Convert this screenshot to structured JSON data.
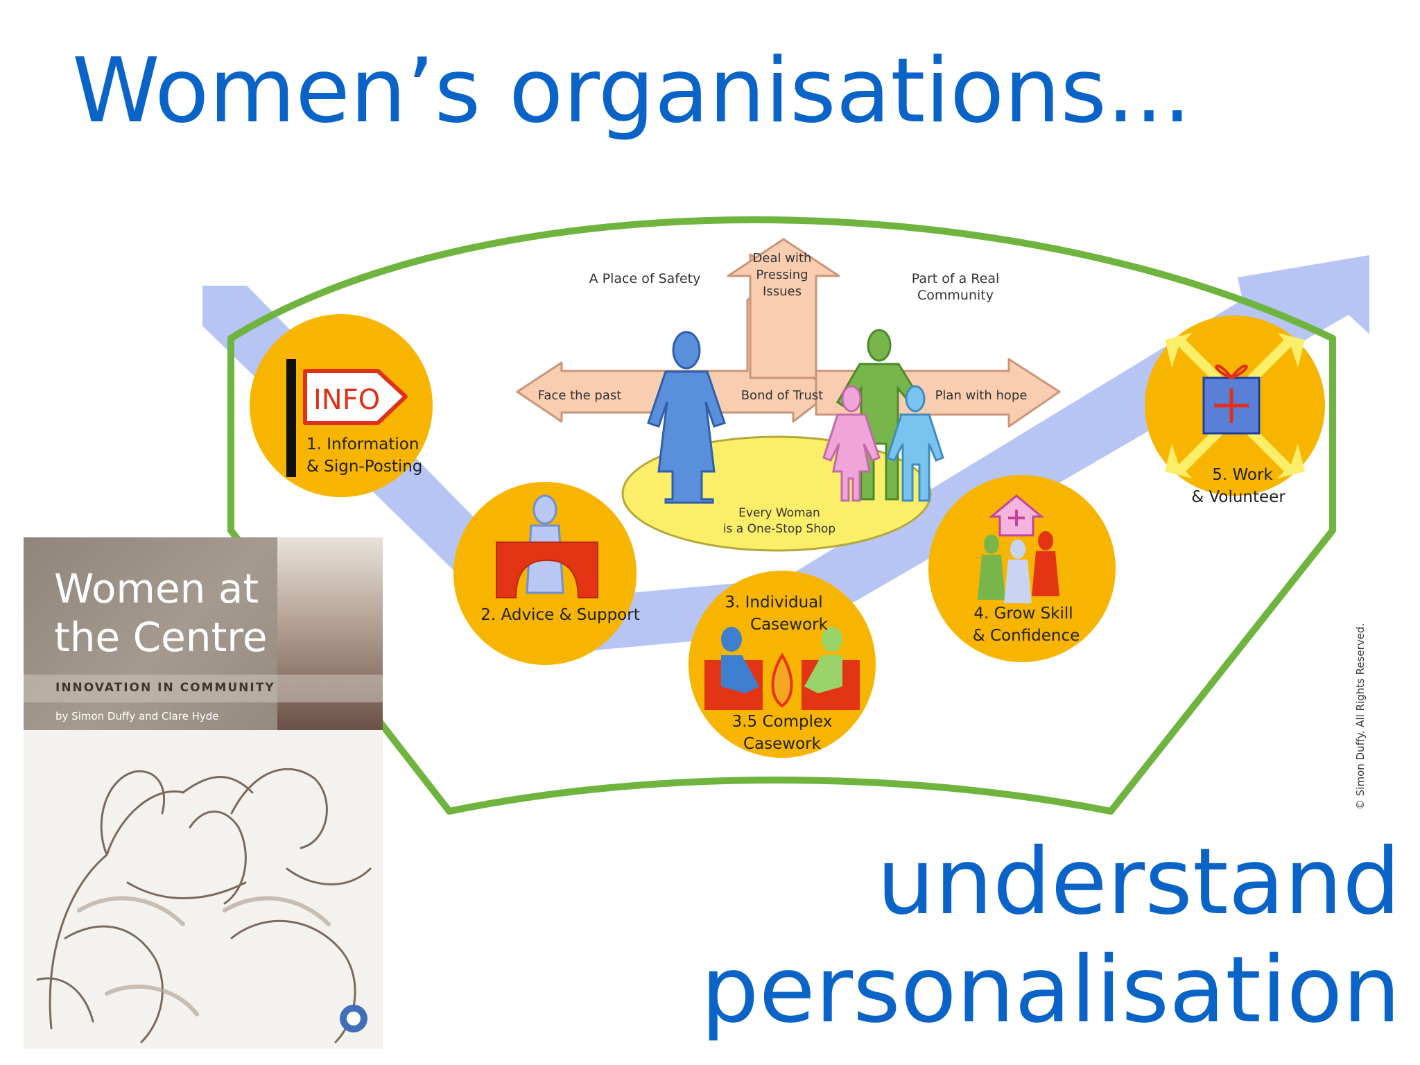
{
  "title": "Women’s organisations...",
  "tagline": {
    "line1": "understand",
    "line2": "personalisation"
  },
  "diagram": {
    "center_labels": {
      "place_of_safety": "A Place of Safety",
      "deal_with_1": "Deal with",
      "deal_with_2": "Pressing",
      "deal_with_3": "Issues",
      "community_1": "Part of a Real",
      "community_2": "Community",
      "face_the_past": "Face the past",
      "bond_of_trust": "Bond of Trust",
      "plan_with_hope": "Plan with hope",
      "one_stop_1": "Every Woman",
      "one_stop_2": "is a One-Stop Shop"
    },
    "info_sign": "INFO",
    "steps": [
      {
        "line1": "1. Information",
        "line2": "& Sign-Posting"
      },
      {
        "line1": "2. Advice & Support",
        "line2": ""
      },
      {
        "line1": "3. Individual",
        "line2": "Casework"
      },
      {
        "line1": "4. Grow Skill",
        "line2": "& Confidence"
      },
      {
        "line1": "5. Work",
        "line2": "& Volunteer"
      }
    ],
    "complex": {
      "line1": "3.5 Complex",
      "line2": "Casework"
    },
    "copyright": "© Simon Duffy. All Rights Reserved.",
    "colors": {
      "circle": "#f7b500",
      "arrow": "#f9cdb0",
      "arrow_stroke": "#c9957a",
      "boundary": "#6fb43f",
      "path": "#b7c5f4",
      "ellipse": "#fbef6a"
    }
  },
  "book": {
    "title_line1": "Women at",
    "title_line2": "the Centre",
    "subtitle": "INNOVATION IN COMMUNITY",
    "authors": "by Simon Duffy and Clare Hyde"
  }
}
